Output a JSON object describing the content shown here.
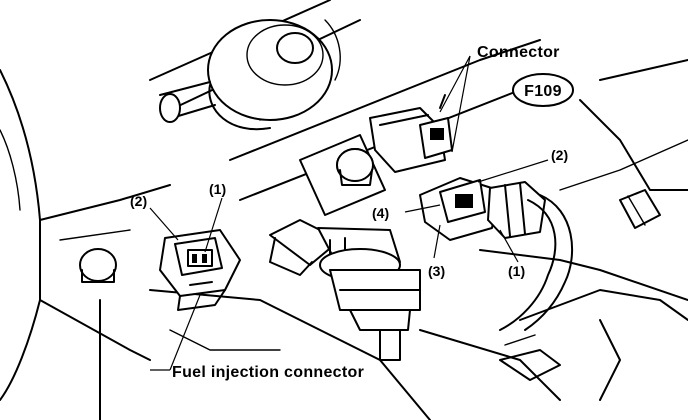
{
  "labels": {
    "connector": "Connector",
    "figure_code": "F109",
    "fuel_injection_connector": "Fuel injection connector",
    "left_callouts": {
      "c1": "(1)",
      "c2": "(2)"
    },
    "right_callouts": {
      "c1": "(1)",
      "c2": "(2)",
      "c3": "(3)",
      "c4": "(4)"
    }
  }
}
